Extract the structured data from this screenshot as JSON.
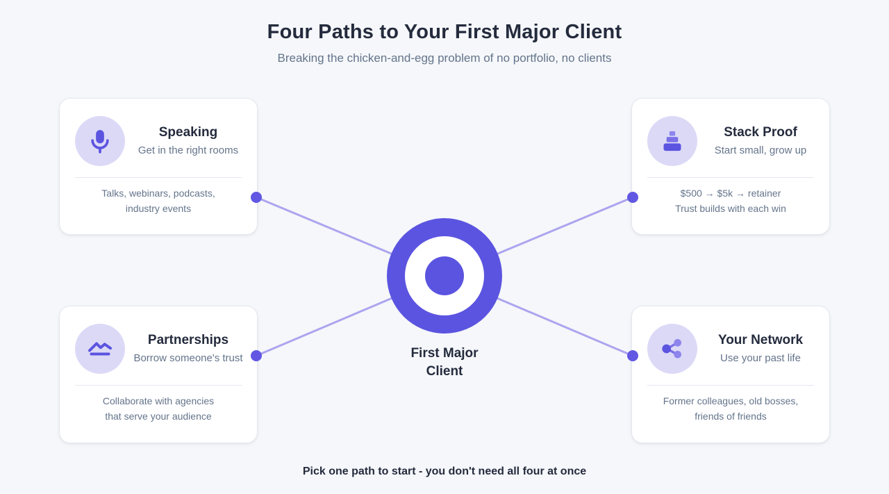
{
  "header": {
    "title": "Four Paths to Your First Major Client",
    "subtitle": "Breaking the chicken-and-egg problem of no portfolio, no clients"
  },
  "center": {
    "label_line1": "First Major",
    "label_line2": "Client"
  },
  "cards": [
    {
      "id": "speaking",
      "icon": "microphone-icon",
      "title": "Speaking",
      "subtitle": "Get in the right rooms",
      "body_line1": "Talks, webinars, podcasts,",
      "body_line2": "industry events"
    },
    {
      "id": "stack-proof",
      "icon": "stacked-blocks-icon",
      "title": "Stack Proof",
      "subtitle": "Start small, grow up",
      "body_line1": "$500 → $5k → retainer",
      "body_line2": "Trust builds with each win"
    },
    {
      "id": "partnerships",
      "icon": "trend-line-icon",
      "title": "Partnerships",
      "subtitle": "Borrow someone's trust",
      "body_line1": "Collaborate with agencies",
      "body_line2": "that serve your audience"
    },
    {
      "id": "your-network",
      "icon": "share-network-icon",
      "title": "Your Network",
      "subtitle": "Use your past life",
      "body_line1": "Former colleagues, old bosses,",
      "body_line2": "friends of friends"
    }
  ],
  "footer": {
    "note": "Pick one path to start - you don't need all four at once"
  },
  "colors": {
    "background": "#f5f7fa",
    "card_background": "#ffffff",
    "card_border": "#e4e8f0",
    "primary_purple": "#5b54e0",
    "icon_circle_background": "#dcd9f7",
    "connector_line": "#aca5ef",
    "connector_dot": "#6157e2",
    "heading_text": "#242b3d",
    "muted_text": "#64748b"
  }
}
